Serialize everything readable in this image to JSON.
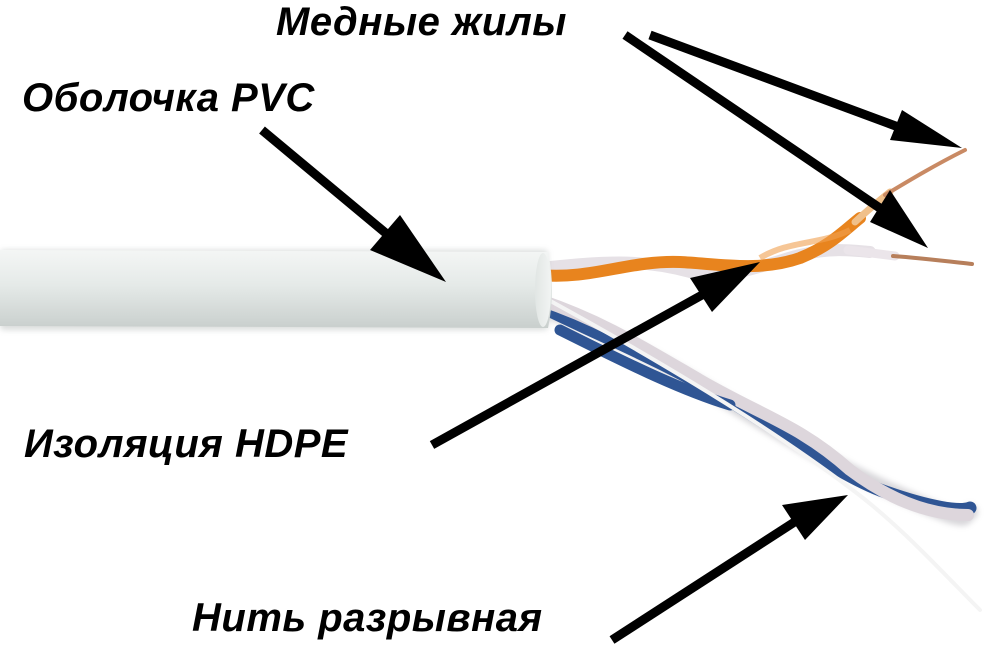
{
  "diagram": {
    "subject": "Twisted pair cable structure",
    "labels": {
      "copper_conductors": "Медные жилы",
      "pvc_jacket": "Оболочка PVC",
      "hdpe_insulation": "Изоляция HDPE",
      "rip_cord": "Нить разрывная"
    },
    "colors": {
      "background": "#ffffff",
      "text": "#000000",
      "arrow": "#000000",
      "jacket": "#e3e8e6",
      "orange_wire": "#e8841e",
      "white_wire": "#e9e4e8",
      "blue_wire": "#2f5594",
      "copper": "#c98a64",
      "rip_cord": "#f2f2f2"
    }
  }
}
